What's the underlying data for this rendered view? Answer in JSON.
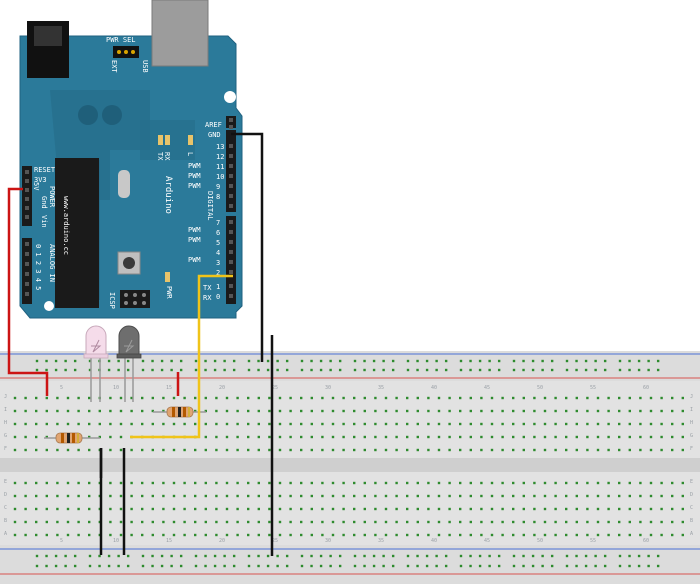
{
  "board": {
    "pwr_sel": "PWR SEL",
    "usb": "USB",
    "ext": "EXT",
    "aref": "AREF",
    "gnd": "GND",
    "tx_led": "TX",
    "rx_led": "RX",
    "l_led": "L",
    "brand": "Arduino",
    "url": "www.arduino.cc",
    "digital": "DIGITAL",
    "reset": "RESET",
    "v33": "3V3",
    "v5": "5V",
    "gnd_left": "Gnd",
    "vin": "Vin",
    "power": "POWER",
    "analog_in": "ANALOG IN",
    "analog_nums": "0 1 2 3 4 5",
    "icsp": "ICSP",
    "pwr_led": "PWR",
    "tx_pin": "TX",
    "rx_pin": "RX",
    "pwm": "PWM",
    "digital_nums": [
      "13",
      "12",
      "11",
      "10",
      "9",
      "8",
      "7",
      "6",
      "5",
      "4",
      "3",
      "2",
      "1",
      "0"
    ]
  },
  "breadboard": {
    "row_letters_top": [
      "J",
      "I",
      "H",
      "G",
      "F"
    ],
    "row_letters_bottom": [
      "E",
      "D",
      "C",
      "B",
      "A"
    ],
    "column_numbers": [
      "5",
      "10",
      "15",
      "20",
      "25",
      "30",
      "35",
      "40",
      "45",
      "50",
      "55",
      "60"
    ]
  },
  "colors": {
    "board": "#2b7a9a",
    "wire_red": "#cc1414",
    "wire_black": "#111111",
    "wire_yellow": "#f0c419",
    "rail_red": "#d9534f",
    "rail_blue": "#4a6fd6",
    "hole": "#2e8b2e"
  },
  "components": {
    "leds": [
      "led-white",
      "led-gray"
    ],
    "resistors": 2
  }
}
